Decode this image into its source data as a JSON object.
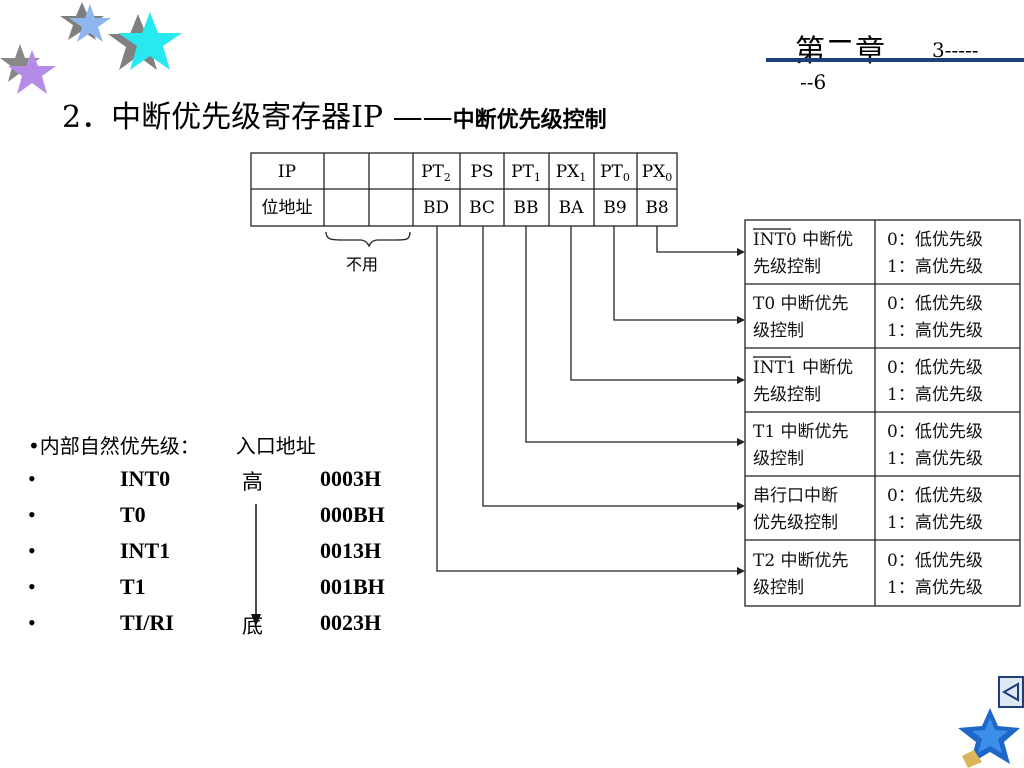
{
  "header": {
    "chapter": "第二章",
    "page_line1": "3-----",
    "page_line2": "--6"
  },
  "title": {
    "main": "2．中断优先级寄存器IP ——",
    "suffix": "中断优先级控制"
  },
  "register": {
    "row1": [
      "IP",
      "",
      "",
      "PT2",
      "PS",
      "PT1",
      "PX1",
      "PT0",
      "PX0"
    ],
    "row2": [
      "位地址",
      "",
      "",
      "BD",
      "BC",
      "BB",
      "BA",
      "B9",
      "B8"
    ],
    "unused_label": "不用"
  },
  "descriptions": [
    {
      "bit": "PX0",
      "name_line1": "INT0 中断优",
      "name_line2": "先级控制",
      "opt0": "0：低优先级",
      "opt1": "1：高优先级"
    },
    {
      "bit": "PT0",
      "name_line1": "T0 中断优先",
      "name_line2": "级控制",
      "opt0": "0：低优先级",
      "opt1": "1：高优先级"
    },
    {
      "bit": "PX1",
      "name_line1": "INT1 中断优",
      "name_line2": "先级控制",
      "opt0": "0：低优先级",
      "opt1": "1：高优先级"
    },
    {
      "bit": "PT1",
      "name_line1": "T1 中断优先",
      "name_line2": "级控制",
      "opt0": "0：低优先级",
      "opt1": "1：高优先级"
    },
    {
      "bit": "PS",
      "name_line1": "串行口中断",
      "name_line2": "优先级控制",
      "opt0": "0：低优先级",
      "opt1": "1：高优先级"
    },
    {
      "bit": "PT2",
      "name_line1": "T2 中断优先",
      "name_line2": "级控制",
      "opt0": "0：低优先级",
      "opt1": "1：高优先级"
    }
  ],
  "priority": {
    "heading": "•内部自然优先级：",
    "address_heading": "入口地址",
    "rows": [
      {
        "bullet": "•",
        "name": "INT0",
        "rank": "高",
        "addr": "0003H"
      },
      {
        "bullet": "•",
        "name": "T0",
        "rank": "",
        "addr": "000BH"
      },
      {
        "bullet": "•",
        "name": "INT1",
        "rank": "",
        "addr": "0013H"
      },
      {
        "bullet": "•",
        "name": "T1",
        "rank": "",
        "addr": "001BH"
      },
      {
        "bullet": "•",
        "name": "TI/RI",
        "rank": "底",
        "addr": "0023H"
      }
    ]
  },
  "icons": {
    "stars": "decorative-stars-icon",
    "back": "back-triangle-icon",
    "logo": "star-logo-icon"
  },
  "colors": {
    "accent": "#1f3f7a",
    "star_cyan": "#28e8f0",
    "star_blue": "#8fb6ee",
    "star_purple": "#b58be8",
    "star_gray": "#888888"
  }
}
